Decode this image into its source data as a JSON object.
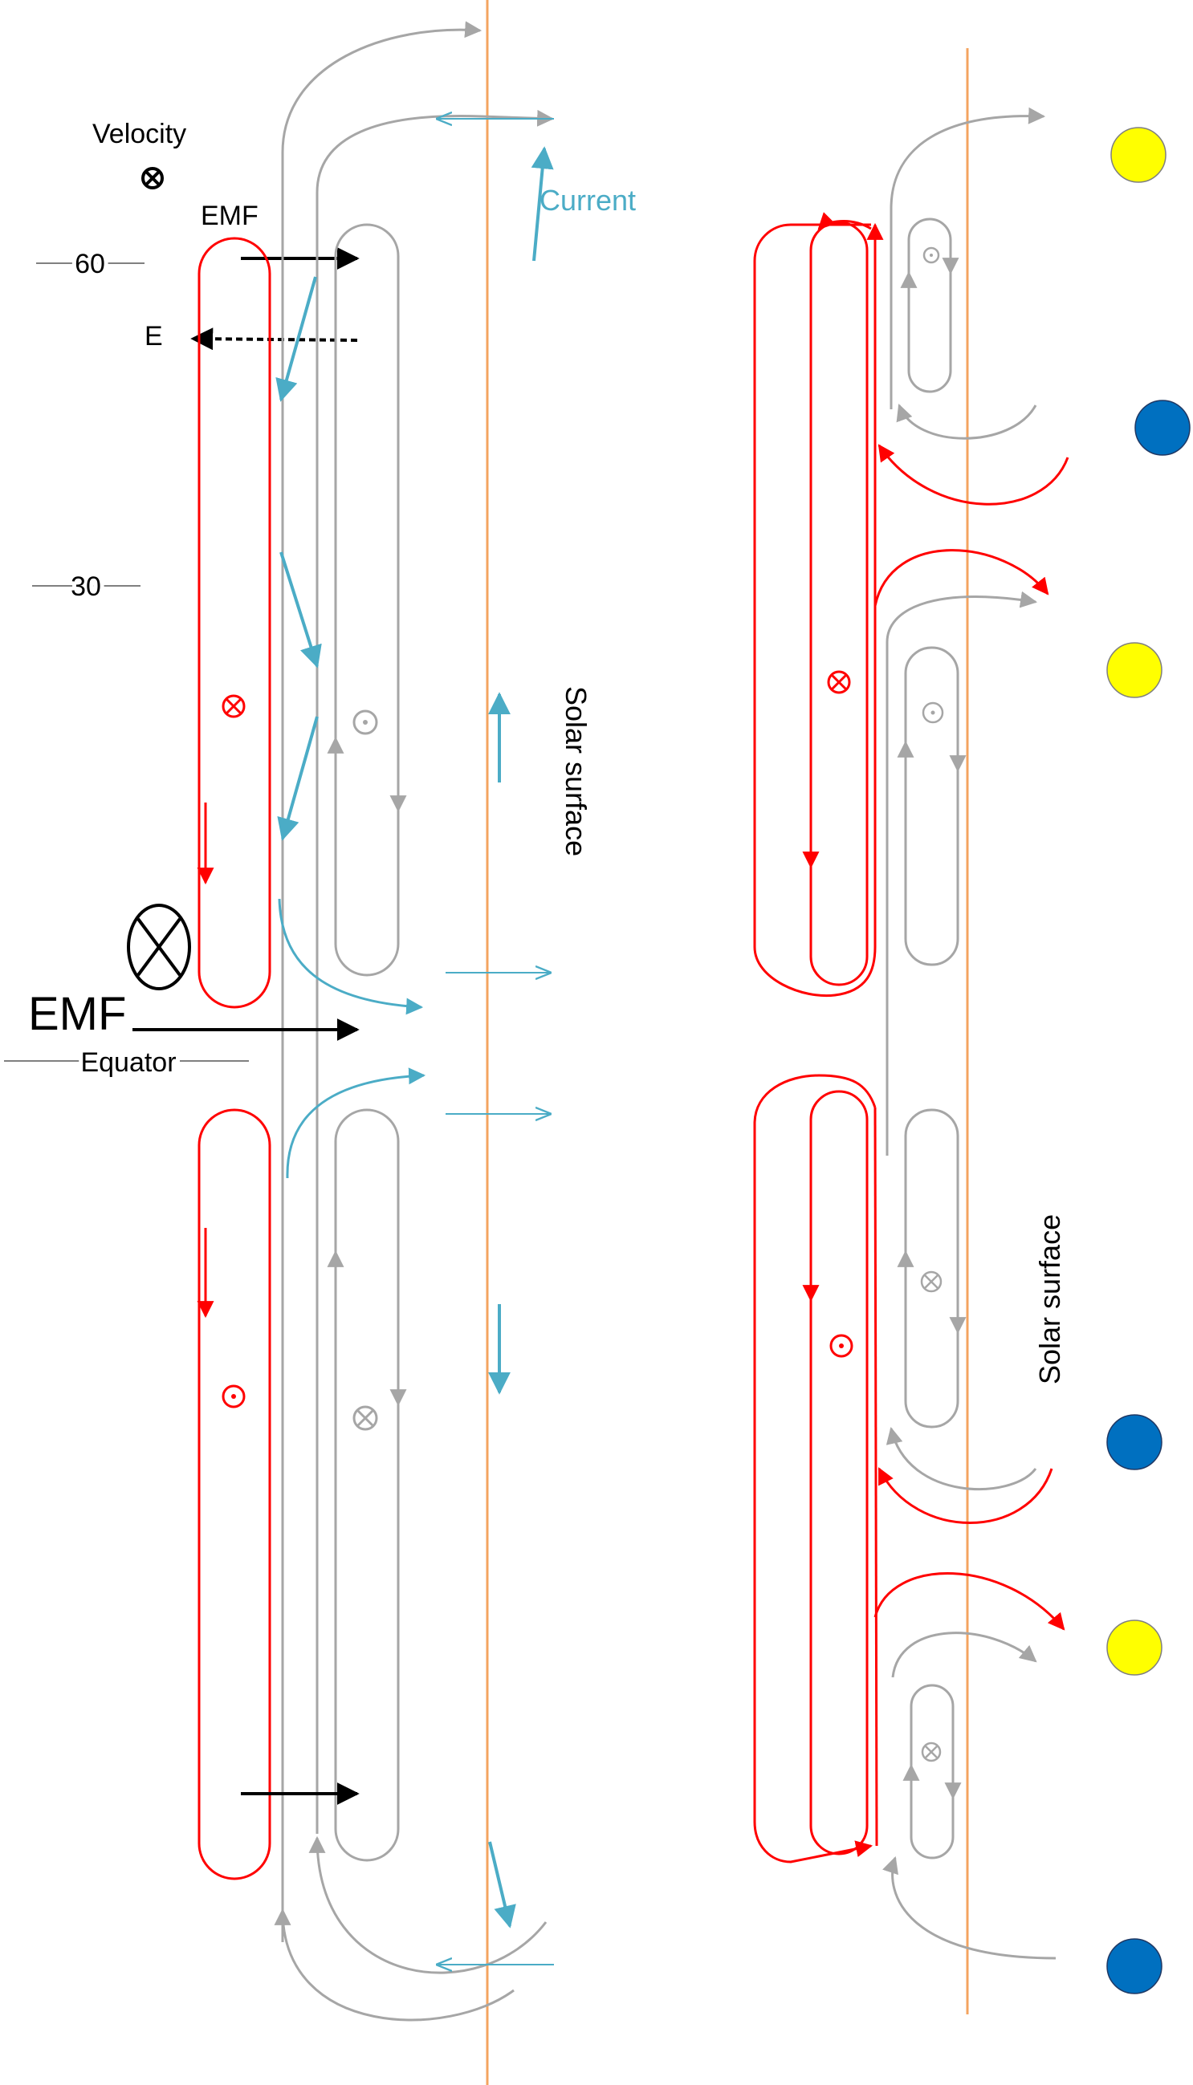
{
  "labels": {
    "velocity": "Velocity",
    "emf_top": "EMF",
    "lat_60": "60",
    "e_field": "E",
    "current": "Current",
    "lat_30": "30",
    "solar_surface_left": "Solar surface",
    "emf_big": "EMF",
    "equator": "Equator",
    "solar_surface_right": "Solar surface"
  },
  "colors": {
    "red": "#ff0000",
    "gray": "#a6a6a6",
    "cyan": "#4bacc6",
    "orange": "#f4a460",
    "black": "#000000",
    "yellow": "#ffff00",
    "blue": "#0070c0"
  },
  "symbols": {
    "into_page": "circle-cross",
    "out_of_page": "circle-dot"
  }
}
